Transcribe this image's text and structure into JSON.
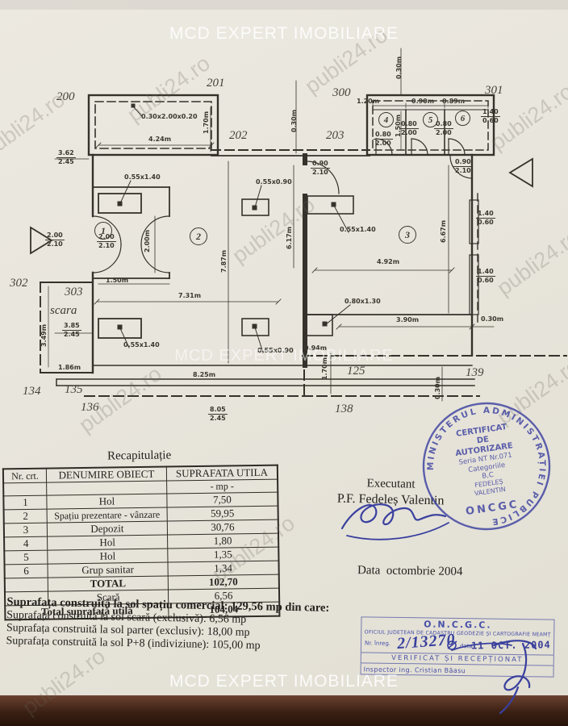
{
  "watermark": {
    "site": "publi24.ro",
    "agency": "MCD EXPERT IMOBILIARE"
  },
  "plan": {
    "points": {
      "p200": "200",
      "p201": "201",
      "p202": "202",
      "p203": "203",
      "p300": "300",
      "p301": "301",
      "p302": "302",
      "p303": "303",
      "p134": "134",
      "p135": "135",
      "p136": "136",
      "p138": "138",
      "p125": "125",
      "p139": "139"
    },
    "rooms": {
      "r1": "1",
      "r2": "2",
      "r3": "3",
      "r4": "4",
      "r5": "5",
      "r6": "6",
      "stairs": "scara"
    },
    "dims": {
      "lintel": "0.30x2.00x0.20",
      "d424": "4.24m",
      "d170": "1.70m",
      "d030": "0.30m",
      "d120": "1.20m",
      "d090": "0.90m",
      "d089": "0.89m",
      "d150": "1.50m",
      "d617": "6.17m",
      "d787": "7.87m",
      "d667": "6.67m",
      "d200": "2.00m",
      "d492": "4.92m",
      "d731": "7.31m",
      "d349": "3.49m",
      "d186": "1.86m",
      "d390": "3.90m",
      "d094": "0.94m",
      "d825": "8.25m",
      "f362": "3.62",
      "f385": "3.85",
      "f805": "8.05",
      "f245": "2.45",
      "f080": "0.80",
      "f200": "2.00",
      "f210": "2.10",
      "f090": "0.90",
      "f140": "1.40",
      "f060": "0.60",
      "w055140": "0.55x1.40",
      "w055090": "0.55x0.90",
      "w080130": "0.80x1.30"
    }
  },
  "table": {
    "title": "Recapitulație",
    "headers": {
      "col1": "Nr. crt.",
      "col2": "DENUMIRE OBIECT",
      "col3": "SUPRAFATA UTILA",
      "col3_unit": "- mp -"
    },
    "rows": [
      {
        "nr": "1",
        "name": "Hol",
        "area": "7,50"
      },
      {
        "nr": "2",
        "name": "Spațiu prezentare - vânzare",
        "area": "59,95"
      },
      {
        "nr": "3",
        "name": "Depozit",
        "area": "30,76"
      },
      {
        "nr": "4",
        "name": "Hol",
        "area": "1,80"
      },
      {
        "nr": "5",
        "name": "Hol",
        "area": "1,35"
      },
      {
        "nr": "6",
        "name": "Grup sanitar",
        "area": "1,34"
      }
    ],
    "total_label": "TOTAL",
    "total_value": "102,70",
    "stairs_label": "Scară",
    "stairs_value": "6,56",
    "grand_label": "Total suprafață utilă",
    "grand_value": "104,04"
  },
  "executant": {
    "role": "Executant",
    "name": "P.F. Fedeleș Valentin"
  },
  "round_stamp": {
    "ring": "MINISTERUL ADMINISTRAȚIEI PUBLICE",
    "line1": "CERTIFICAT",
    "line2": "DE",
    "line3": "AUTORIZARE",
    "line4": "Seria NT Nr.071",
    "line5": "Categoriile",
    "line6": "B,C",
    "line7": "FEDELEȘ",
    "line8": "VALENTIN",
    "line9": "ONCGC"
  },
  "date_line": "Data  octombrie 2004",
  "areas": {
    "line1": "Suprafața construită la sol spațiu comercial: 129,56 mp din care:",
    "line2": "Suprafața construită la sol scară (exclusivă): 6,56 mp",
    "line3": "Suprafața construită la sol parter (exclusiv): 18,00 mp",
    "line4": "Suprafața construită la sol P+8 (indiviziune): 105,00 mp"
  },
  "office_stamp": {
    "org": "O.N.C.G.C.",
    "office": "OFICIUL JUDEȚEAN DE CADASTRU GEODEZIE ȘI CARTOGRAFIE NEAMȚ",
    "reg_label": "Nr. înreg.",
    "reg_no": "2/13270",
    "date_label": "data",
    "date_stamp": "11 OCT. 2004",
    "verified": "VERIFICAT ȘI RECEPȚIONAT",
    "inspector": "Inspector ing. Cristian Băasu"
  }
}
